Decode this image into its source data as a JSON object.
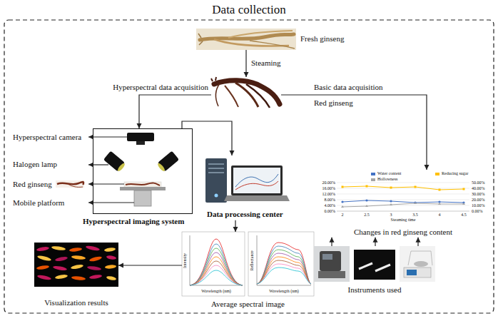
{
  "diagram": {
    "title": "Data collection",
    "nodes": [
      {
        "text": [
          "Fresh ginseng"
        ]
      },
      {
        "text": [
          "Red ginseng"
        ]
      },
      {
        "text": [
          "Hyperspectral imaging system"
        ]
      },
      {
        "text": [
          "Data processing center"
        ]
      },
      {
        "text": [
          "Average spectral image"
        ]
      },
      {
        "text": [
          "Visualization results"
        ]
      },
      {
        "text": [
          "Changes in red ginseng content"
        ]
      },
      {
        "text": [
          "Instruments used"
        ]
      }
    ],
    "edges": [
      {
        "from": 0,
        "to": 1,
        "arrow": "to",
        "label": "Steaming"
      },
      {
        "from": 1,
        "to": 2,
        "arrow": "to",
        "label": "Hyperspectral data acquisition"
      },
      {
        "from": 1,
        "to": 6,
        "arrow": "to",
        "label": "Basic data acquisition"
      },
      {
        "from": 2,
        "to": 3,
        "arrow": "to"
      },
      {
        "from": 3,
        "to": 4,
        "arrow": "to"
      },
      {
        "from": 4,
        "to": 5,
        "arrow": "to"
      },
      {
        "from": 7,
        "to": 6,
        "arrow": "to"
      }
    ],
    "labels": [
      "Hyperspectral camera",
      "Halogen lamp",
      "Red ginseng",
      "Mobile platform",
      "20.00%",
      "16.00%",
      "12.00%",
      "8.00%",
      "4.00%",
      "0.00%",
      "50.00%",
      "40.00%",
      "30.00%",
      "20.00%",
      "10.00%",
      "0.00%",
      "2",
      "2.5",
      "3",
      "3.5",
      "4",
      "4.5",
      "Steaming time",
      "Wavelength (nm)",
      "Intensity",
      "Wavelength (nm)",
      "Reflectance"
    ],
    "legend": [
      {
        "text": "Water content",
        "color": "#4472c4"
      },
      {
        "text": "Reducing sugar",
        "color": "#ffc000"
      },
      {
        "text": "Hollowness",
        "color": "#a5a5a5"
      }
    ]
  }
}
